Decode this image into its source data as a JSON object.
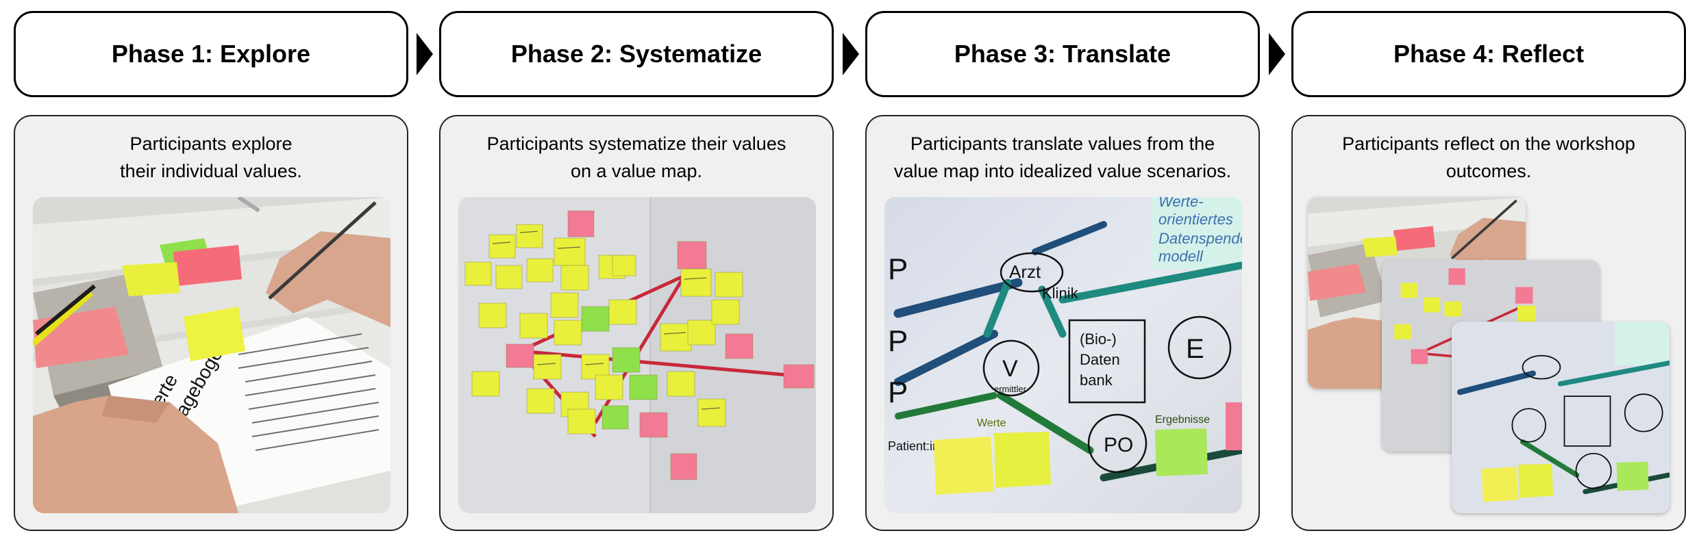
{
  "phases": [
    {
      "title": "Phase 1: Explore",
      "desc": [
        "Participants explore",
        "their individual values."
      ]
    },
    {
      "title": "Phase 2: Systematize",
      "desc": [
        "Participants systematize their values",
        "on a value map."
      ]
    },
    {
      "title": "Phase 3: Translate",
      "desc": [
        "Participants translate values from the",
        "value map into idealized value scenarios."
      ]
    },
    {
      "title": "Phase 4: Reflect",
      "desc": [
        "Participants reflect on the workshop",
        "outcomes."
      ]
    }
  ],
  "photo_text": {
    "questionnaire_title": [
      "Werte",
      "Fragebogen"
    ],
    "map_labels": [
      "Arzt",
      "Klinik",
      "(Bio-)",
      "Daten",
      "bank",
      "V",
      "ermittler",
      "E",
      "PO",
      "Werte",
      "Ergebnisse",
      "Patient:in"
    ],
    "side_note": [
      "Werte-",
      "orientiertes",
      "Datenspende-",
      "modell"
    ]
  },
  "colors": {
    "sticky_yellow": "#e9f03c",
    "sticky_pink": "#f27a95",
    "sticky_green": "#8fe04a",
    "arrow_blue": "#1f4f7a",
    "arrow_teal": "#1e8a80",
    "arrow_green": "#227a3a",
    "string_red": "#c8283a"
  }
}
